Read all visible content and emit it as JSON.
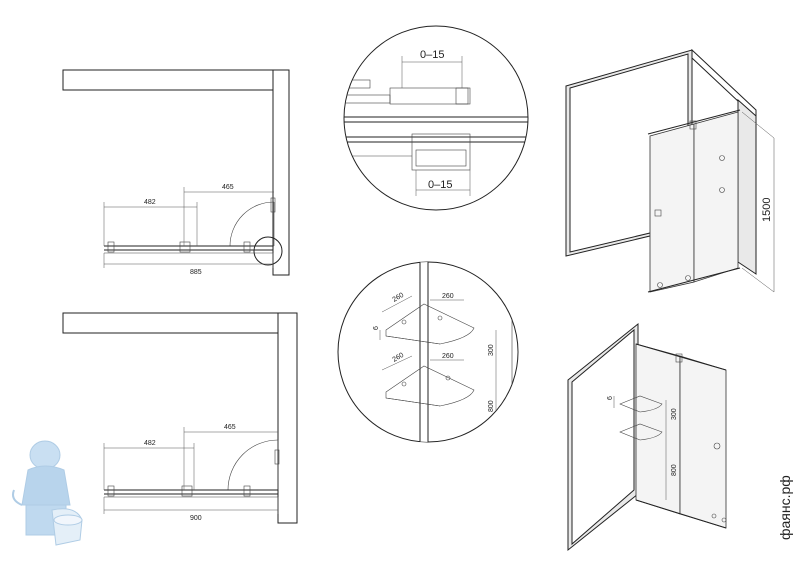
{
  "plan_top": {
    "dim_left": "482",
    "dim_right": "465",
    "dim_total": "885"
  },
  "plan_bottom": {
    "dim_left": "482",
    "dim_right": "465",
    "dim_total": "900"
  },
  "detail_gap": {
    "top_label": "0–15",
    "bottom_label": "0–15"
  },
  "detail_shelf": {
    "w1": "260",
    "d1": "260",
    "w2": "260",
    "d2": "260",
    "thickness": "6",
    "spacing": "300",
    "height": "800"
  },
  "perspective_door": {
    "height_label": "1500"
  },
  "perspective_shelves": {
    "thickness": "6",
    "spacing": "300",
    "height": "800"
  },
  "watermark": {
    "text": "фаянс.рф"
  }
}
